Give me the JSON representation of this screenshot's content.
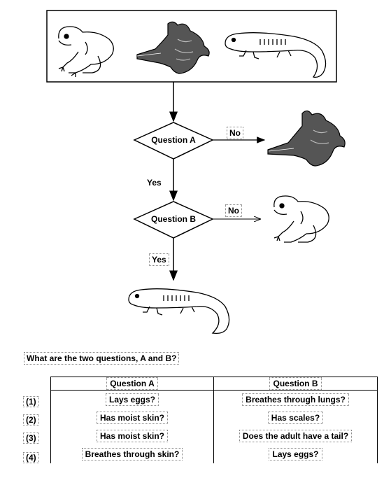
{
  "diagram": {
    "top_animals": [
      "frog-drawing",
      "crocodile-drawing",
      "salamander-drawing"
    ],
    "question_a": "Question A",
    "question_b": "Question B",
    "no_a": "No",
    "no_b": "No",
    "yes_a": "Yes",
    "yes_b": "Yes"
  },
  "prompt": "What are the two questions, A and B?",
  "table": {
    "headers": [
      "Question A",
      "Question B"
    ],
    "rows": [
      {
        "num": "(1)",
        "a": "Lays eggs?",
        "b": "Breathes through lungs?"
      },
      {
        "num": "(2)",
        "a": "Has moist skin?",
        "b": "Has scales?"
      },
      {
        "num": "(3)",
        "a": "Has moist skin?",
        "b": "Does the adult have a tail?"
      },
      {
        "num": "(4)",
        "a": "Breathes through skin?",
        "b": "Lays eggs?"
      }
    ]
  }
}
